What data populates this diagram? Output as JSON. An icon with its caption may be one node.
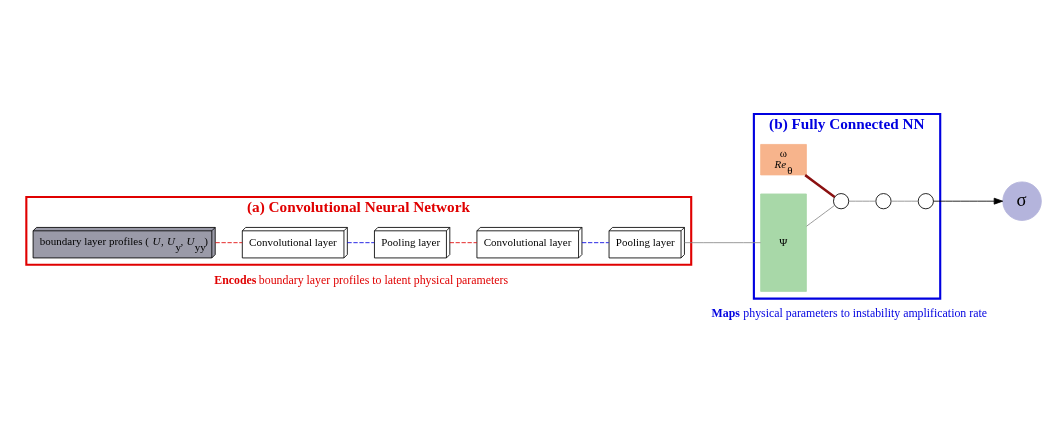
{
  "diagram": {
    "nodes": [
      {
        "text": [
          "(a) Convolutional Neural Network"
        ],
        "beside": [
          "**Encodes** boundary layer profiles to latent physical parameters"
        ]
      },
      {
        "text": [
          "boundary layer profiles (*U*, *U*$_{y}$, *U*$_{yy}$)"
        ],
        "in": 0
      },
      {
        "text": [
          "Convolutional layer"
        ],
        "in": 0
      },
      {
        "text": [
          "Pooling layer"
        ],
        "in": 0
      },
      {
        "text": [
          "Convolutional layer"
        ],
        "in": 0
      },
      {
        "text": [
          "Pooling layer"
        ],
        "in": 0
      },
      {
        "text": [
          "(b) Fully Connected NN"
        ],
        "beside": [
          "**Maps** physical parameters to instability amplification rate"
        ]
      },
      {
        "text": [
          "ω",
          "*Re*$_{θ}$"
        ],
        "in": 6
      },
      {
        "text": [
          "Ψ"
        ],
        "in": 6
      },
      {
        "text": [],
        "shape": "circle",
        "in": 6
      },
      {
        "text": [],
        "shape": "circle",
        "in": 6
      },
      {
        "text": [],
        "shape": "circle",
        "in": 6
      },
      {
        "text": [
          "σ"
        ]
      }
    ],
    "edges": [
      {
        "from": 1,
        "to": 2,
        "arrow": "none",
        "style": "dashed",
        "color": "#e00000"
      },
      {
        "from": 2,
        "to": 3,
        "arrow": "none",
        "style": "dashed",
        "color": "#0000e0"
      },
      {
        "from": 3,
        "to": 4,
        "arrow": "none",
        "style": "dashed",
        "color": "#e00000"
      },
      {
        "from": 4,
        "to": 5,
        "arrow": "none",
        "style": "dashed",
        "color": "#0000e0"
      },
      {
        "from": 5,
        "to": 8,
        "arrow": "none"
      },
      {
        "from": 7,
        "to": 9,
        "arrow": "none",
        "style": "thick",
        "color": "#8b1010"
      },
      {
        "from": 8,
        "to": 9,
        "arrow": "none"
      },
      {
        "from": 9,
        "to": 10,
        "arrow": "none"
      },
      {
        "from": 10,
        "to": 11,
        "arrow": "none"
      },
      {
        "from": 11,
        "to": 12,
        "arrow": "to",
        "color": "#000000"
      }
    ]
  }
}
